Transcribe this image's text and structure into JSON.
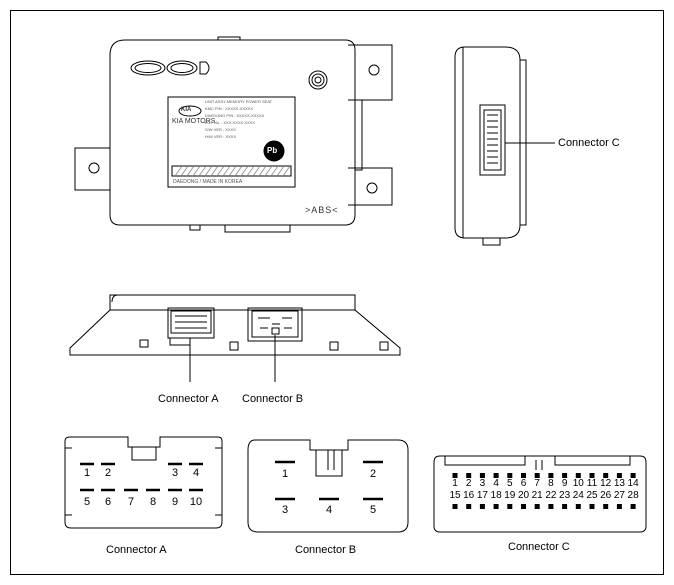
{
  "labels": {
    "connector_a": "Connector A",
    "connector_b": "Connector B",
    "connector_c": "Connector C",
    "abs_mark": ">ABS<"
  },
  "unit_label": {
    "brand": "KIA MOTORS",
    "line1": "UNIT ASSY-MEMORY POWER SEAT",
    "line2": "KMC P/N : XXXXX-XXXXX",
    "line3": "DAEDONG P/N : XXXXX-XXXXX",
    "line4": "LOT No. : XXX XXXX XXXX",
    "line5": "S/W VER : XXXX",
    "line6": "H/W VER : XXXX",
    "footer": "DAEDONG / MADE IN KOREA",
    "pb": "Pb"
  },
  "connector_a_pins": {
    "top": [
      "1",
      "2",
      "3",
      "4"
    ],
    "bottom": [
      "5",
      "6",
      "7",
      "8",
      "9",
      "10"
    ]
  },
  "connector_b_pins": {
    "top": [
      "1",
      "2"
    ],
    "bottom": [
      "3",
      "4",
      "5"
    ]
  },
  "connector_c_pins": {
    "top": [
      "1",
      "2",
      "3",
      "4",
      "5",
      "6",
      "7",
      "8",
      "9",
      "10",
      "11",
      "12",
      "13",
      "14"
    ],
    "bottom": [
      "15",
      "16",
      "17",
      "18",
      "19",
      "20",
      "21",
      "22",
      "23",
      "24",
      "25",
      "26",
      "27",
      "28"
    ]
  }
}
